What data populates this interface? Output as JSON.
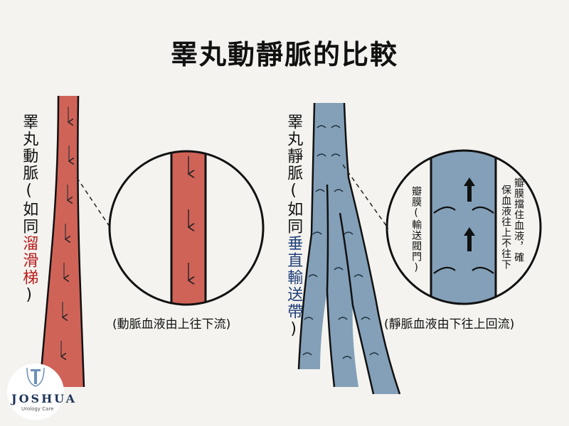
{
  "title": "睪丸動靜脈的比較",
  "artery": {
    "label_main": "睪丸動脈",
    "paren_open": "(",
    "analogy_prefix": "如同",
    "analogy_highlight": "溜滑梯",
    "paren_close": ")",
    "caption": "(動脈血液由上往下流)",
    "vessel_color": "#c9493d"
  },
  "vein": {
    "label_main": "睪丸靜脈",
    "paren_open": "(",
    "analogy_prefix": "如同",
    "analogy_highlight": "垂直輸送帶",
    "paren_close": ")",
    "caption": "(靜脈血液由下往上回流)",
    "valve_label": "瓣膜(輸送閥門)",
    "valve_note_col1": "瓣膜擋住血液，確",
    "valve_note_col2": "保血液往上不往下",
    "vessel_color": "#6e90ae"
  },
  "logo": {
    "brand": "JOSHUA",
    "tagline": "Urology Care"
  }
}
